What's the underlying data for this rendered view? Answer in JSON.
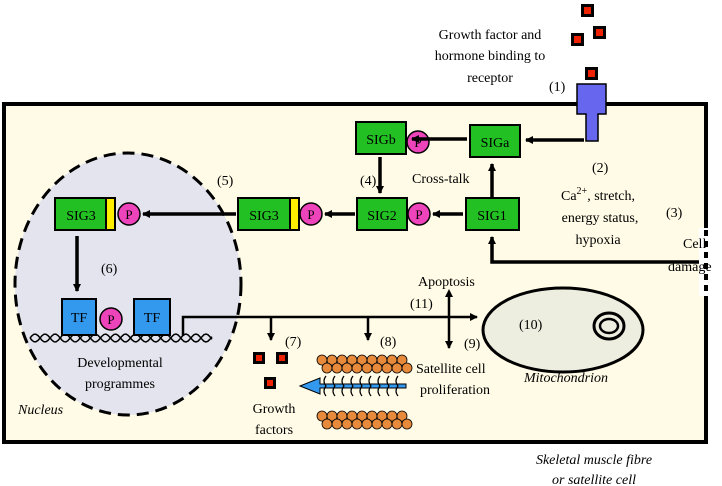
{
  "labels": {
    "receptor_line1": "Growth factor and",
    "receptor_line2": "hormone binding to",
    "receptor_line3": "receptor",
    "num1": "(1)",
    "num2": "(2)",
    "num3": "(3)",
    "num4": "(4)",
    "num5": "(5)",
    "num6": "(6)",
    "num7": "(7)",
    "num8": "(8)",
    "num9": "(9)",
    "num10": "(10)",
    "num11": "(11)",
    "crosstalk": "Cross-talk",
    "stim_ca": "Ca",
    "stim_ca_sup": "2+",
    "stim_line1_rest": ", stretch,",
    "stim_line2": "energy status,",
    "stim_line3": "hypoxia",
    "cell": "Cell",
    "damage": "damage",
    "apoptosis": "Apoptosis",
    "satellite_line1": "Satellite cell",
    "satellite_line2": "proliferation",
    "mitochondrion": "Mitochondrion",
    "dev_line1": "Developmental",
    "dev_line2": "programmes",
    "nucleus": "Nucleus",
    "growth_line1": "Growth",
    "growth_line2": "factors",
    "cell_type_line1": "Skeletal muscle fibre",
    "cell_type_line2": "or satellite cell"
  },
  "signals": {
    "siga": "SIGa",
    "sigb": "SIGb",
    "sig1": "SIG1",
    "sig2": "SIG2",
    "sig3": "SIG3",
    "sig3_nuclear": "SIG3",
    "phospho": "P",
    "tf": "TF"
  },
  "colors": {
    "cell_fill": "#fffbe6",
    "nucleus_fill": "#e4e4ee",
    "signal_green": "#22c022",
    "phospho_pink": "#ee44bb",
    "tf_blue": "#3399ee",
    "receptor_purple": "#6666ee",
    "ligand_red": "#ee2200",
    "bead_orange": "#e88a3c",
    "spine_blue": "#3399ee",
    "marker_yellow": "#ffee00"
  }
}
